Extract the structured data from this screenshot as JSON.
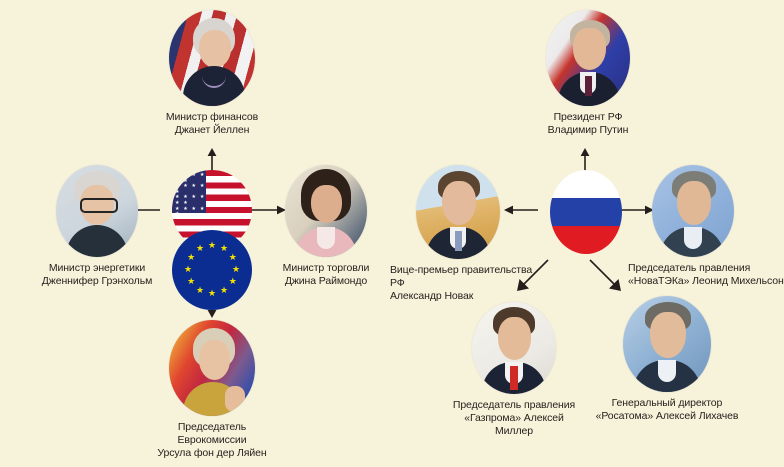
{
  "meta": {
    "background_color": "#f7f2da",
    "text_color": "#241f1c",
    "diagram_type": "org-chart"
  },
  "clusters": {
    "west": {
      "flags": [
        {
          "id": "us-flag",
          "name": "flag-usa"
        },
        {
          "id": "eu-flag",
          "name": "flag-european-union"
        }
      ]
    },
    "russia": {
      "flags": [
        {
          "id": "ru-flag",
          "name": "flag-russia"
        }
      ]
    }
  },
  "people": [
    {
      "id": "yellen",
      "title": "Министр финансов",
      "name": "Джанет Йеллен",
      "caption": "Министр финансов\nДжанет Йеллен",
      "cluster": "us"
    },
    {
      "id": "granholm",
      "title": "Министр энергетики",
      "name": "Дженнифер Грэнхольм",
      "caption": "Министр энергетики\nДженнифер Грэнхольм",
      "cluster": "us"
    },
    {
      "id": "raimondo",
      "title": "Министр торговли",
      "name": "Джина Раймондо",
      "caption": "Министр торговли\nДжина Раймондо",
      "cluster": "us"
    },
    {
      "id": "von-der-leyen",
      "title": "Председатель Еврокомиссии",
      "name": "Урсула фон дер Ляйен",
      "caption": "Председатель Еврокомиссии\nУрсула фон дер Ляйен",
      "cluster": "eu"
    },
    {
      "id": "putin",
      "title": "Президент РФ",
      "name": "Владимир Путин",
      "caption": "Президент РФ\nВладимир Путин",
      "cluster": "ru"
    },
    {
      "id": "novak",
      "title": "Вице-премьер правительства РФ",
      "name": "Александр Новак",
      "caption": "Вице-премьер правительства РФ\nАлександр Новак",
      "cluster": "ru"
    },
    {
      "id": "mikhelson",
      "title": "Председатель правления",
      "name": "«НоваТЭКа» Леонид Михельсон",
      "caption": "Председатель правления\n«НоваТЭКа» Леонид Михельсон",
      "cluster": "ru"
    },
    {
      "id": "miller",
      "title": "Председатель правления",
      "name": "«Газпрома» Алексей Миллер",
      "caption": "Председатель правления\n«Газпрома» Алексей Миллер",
      "cluster": "ru"
    },
    {
      "id": "likhachev",
      "title": "Генеральный директор",
      "name": "«Росатома» Алексей Лихачев",
      "caption": "Генеральный директор\n«Росатома» Алексей Лихачев",
      "cluster": "ru"
    }
  ],
  "connections": [
    {
      "from": "us-flag",
      "to": "yellen",
      "direction": "up"
    },
    {
      "from": "us-flag",
      "to": "granholm",
      "direction": "left"
    },
    {
      "from": "us-flag",
      "to": "raimondo",
      "direction": "right"
    },
    {
      "from": "eu-flag",
      "to": "von-der-leyen",
      "direction": "down"
    },
    {
      "from": "ru-flag",
      "to": "putin",
      "direction": "up"
    },
    {
      "from": "ru-flag",
      "to": "novak",
      "direction": "left"
    },
    {
      "from": "ru-flag",
      "to": "mikhelson",
      "direction": "right"
    },
    {
      "from": "ru-flag",
      "to": "miller",
      "direction": "down-left"
    },
    {
      "from": "ru-flag",
      "to": "likhachev",
      "direction": "down-right"
    }
  ],
  "stars": {
    "us_canton_glyphs": "★ ★ ★ ★ ★ ★\n ★ ★ ★ ★ ★\n★ ★ ★ ★ ★ ★\n ★ ★ ★ ★ ★\n★ ★ ★ ★ ★ ★"
  }
}
